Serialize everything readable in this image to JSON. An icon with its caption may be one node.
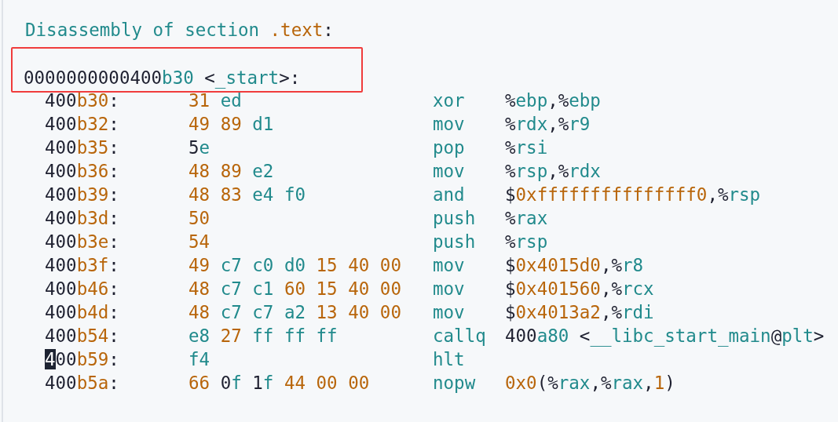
{
  "diagram": {
    "title": "Disassembly of section .text:",
    "nodes": [
      {
        "text": [
          "0000000000400b30 <_start>:"
        ]
      }
    ],
    "labels": [
      "400b30:",
      "31 ed",
      "xor",
      "%ebp,%ebp",
      "400b32:",
      "49 89 d1",
      "mov",
      "%rdx,%r9",
      "400b35:",
      "5e",
      "pop",
      "%rsi",
      "400b36:",
      "48 89 e2",
      "mov",
      "%rsp,%rdx",
      "400b39:",
      "48 83 e4 f0",
      "and",
      "$0xfffffffffffffff0,%rsp",
      "400b3d:",
      "50",
      "push",
      "%rax",
      "400b3e:",
      "54",
      "push",
      "%rsp",
      "400b3f:",
      "49 c7 c0 d0 15 40 00",
      "mov",
      "$0x4015d0,%r8",
      "400b46:",
      "48 c7 c1 60 15 40 00",
      "mov",
      "$0x401560,%rcx",
      "400b4d:",
      "48 c7 c7 a2 13 40 00",
      "mov",
      "$0x4013a2,%rdi",
      "400b54:",
      "e8 27 ff ff ff",
      "callq",
      "400a80 <__libc_start_main@plt>",
      "400b59:",
      "f4",
      "hlt",
      "400b5a:",
      "66 0f 1f 44 00 00",
      "nopw",
      "0x0(%rax,%rax,1)"
    ]
  }
}
